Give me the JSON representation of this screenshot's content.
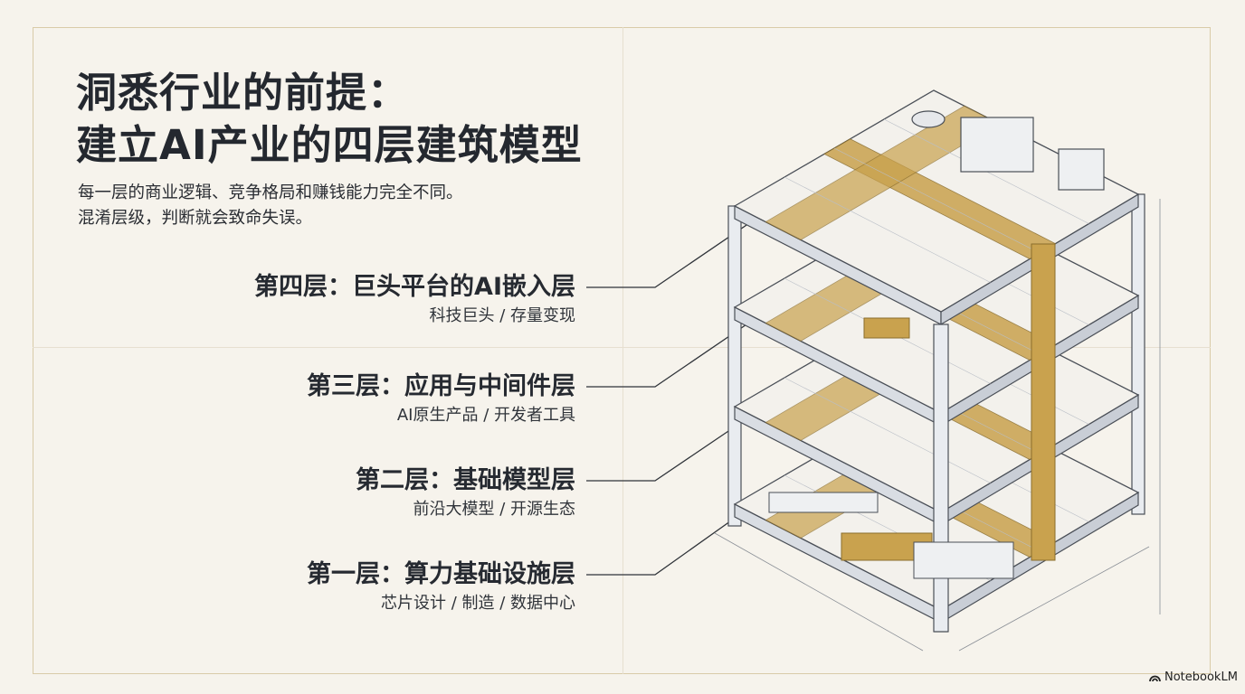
{
  "title": {
    "line1": "洞悉行业的前提：",
    "line2": "建立AI产业的四层建筑模型"
  },
  "subtitle": {
    "line1": "每一层的商业逻辑、竞争格局和赚钱能力完全不同。",
    "line2": "混淆层级，判断就会致命失误。"
  },
  "layers": [
    {
      "name": "第四层：巨头平台的AI嵌入层",
      "desc": "科技巨头 / 存量变现"
    },
    {
      "name": "第三层：应用与中间件层",
      "desc": "AI原生产品 / 开发者工具"
    },
    {
      "name": "第二层：基础模型层",
      "desc": "前沿大模型 / 开源生态"
    },
    {
      "name": "第一层：算力基础设施层",
      "desc": "芯片设计 / 制造 / 数据中心"
    }
  ],
  "brand": "NotebookLM",
  "colors": {
    "background": "#f6f3ec",
    "accent_gold": "#c9a24e",
    "structure": "#e9ecf0",
    "ink": "#24282f"
  }
}
